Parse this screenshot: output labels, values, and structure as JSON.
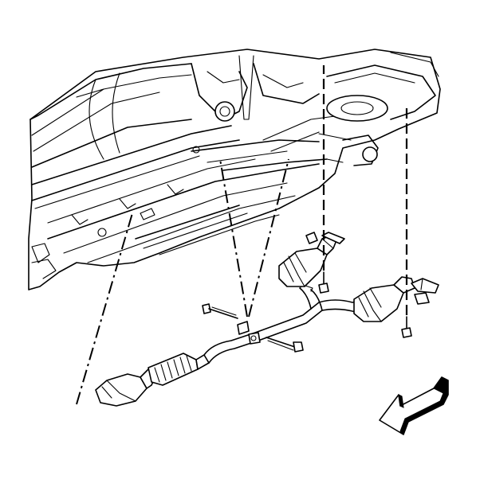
{
  "figure": {
    "subject": "vehicle-underbody-exhaust-system",
    "parts": [
      "underbody-frame",
      "front-catalytic-converter",
      "exhaust-pipe",
      "left-muffler",
      "right-muffler",
      "hanger-bolts",
      "clamp-bolts",
      "direction-arrow"
    ],
    "colors": {
      "line": "#000000",
      "background": "#ffffff",
      "fill": "#ffffff"
    }
  }
}
